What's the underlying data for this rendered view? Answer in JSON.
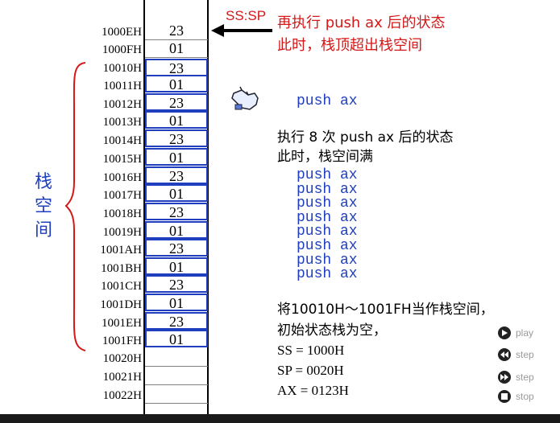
{
  "memory": {
    "rows": [
      {
        "addr": "1000EH",
        "value": "23",
        "stack": false
      },
      {
        "addr": "1000FH",
        "value": "01",
        "stack": false
      },
      {
        "addr": "10010H",
        "value": "23",
        "stack": true
      },
      {
        "addr": "10011H",
        "value": "01",
        "stack": true
      },
      {
        "addr": "10012H",
        "value": "23",
        "stack": true
      },
      {
        "addr": "10013H",
        "value": "01",
        "stack": true
      },
      {
        "addr": "10014H",
        "value": "23",
        "stack": true
      },
      {
        "addr": "10015H",
        "value": "01",
        "stack": true
      },
      {
        "addr": "10016H",
        "value": "23",
        "stack": true
      },
      {
        "addr": "10017H",
        "value": "01",
        "stack": true
      },
      {
        "addr": "10018H",
        "value": "23",
        "stack": true
      },
      {
        "addr": "10019H",
        "value": "01",
        "stack": true
      },
      {
        "addr": "1001AH",
        "value": "23",
        "stack": true
      },
      {
        "addr": "1001BH",
        "value": "01",
        "stack": true
      },
      {
        "addr": "1001CH",
        "value": "23",
        "stack": true
      },
      {
        "addr": "1001DH",
        "value": "01",
        "stack": true
      },
      {
        "addr": "1001EH",
        "value": "23",
        "stack": true
      },
      {
        "addr": "1001FH",
        "value": "01",
        "stack": true
      },
      {
        "addr": "10020H",
        "value": "",
        "stack": false
      },
      {
        "addr": "10021H",
        "value": "",
        "stack": false
      },
      {
        "addr": "10022H",
        "value": "",
        "stack": false
      }
    ]
  },
  "pointer_label": "SS:SP",
  "overflow_note": [
    "再执行 push ax 后的状态",
    "此时，栈顶超出栈空间"
  ],
  "stack_label": [
    "栈",
    "空",
    "间"
  ],
  "current_instruction": "push ax",
  "full_note": [
    "执行 8 次 push ax 后的状态",
    "此时，栈空间满"
  ],
  "push_list": [
    "push ax",
    "push ax",
    "push ax",
    "push ax",
    "push ax",
    "push ax",
    "push ax",
    "push ax"
  ],
  "init_note": [
    "将10010H～1001FH当作栈空间，",
    "初始状态栈为空，"
  ],
  "registers": [
    "SS = 1000H",
    "SP = 0020H",
    "AX = 0123H"
  ],
  "controls": {
    "play": "play",
    "step_back": "step",
    "step_forward": "step",
    "stop": "stop"
  },
  "colors": {
    "stack_border": "#1f3fbf",
    "annotation": "#d41818",
    "code": "#1f3fbf"
  },
  "icons": {
    "pointer": "hand-pointer-icon"
  }
}
